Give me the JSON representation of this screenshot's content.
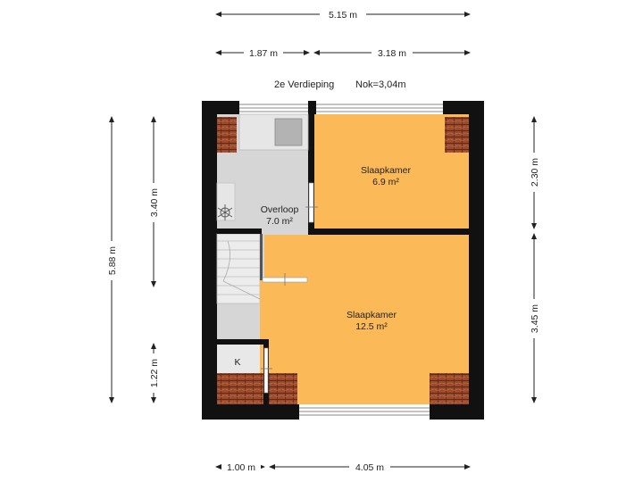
{
  "header": {
    "floor": "2e Verdieping",
    "ridge": "Nok=3,04m"
  },
  "dimensions": {
    "top_total": "5.15 m",
    "top_left": "1.87 m",
    "top_right": "3.18 m",
    "bottom_left": "1.00 m",
    "bottom_right": "4.05 m",
    "left_total": "5.88 m",
    "left_upper": "3.40 m",
    "left_lower": "1.22 m",
    "right_upper": "2.30 m",
    "right_lower": "3.45 m"
  },
  "rooms": {
    "bedroom_small": {
      "name": "Slaapkamer",
      "area": "6.9 m²"
    },
    "bedroom_large": {
      "name": "Slaapkamer",
      "area": "12.5 m²"
    },
    "landing": {
      "name": "Overloop",
      "area": "7.0 m²"
    },
    "closet": {
      "name": "K"
    }
  },
  "colors": {
    "bedroom_fill": "#fbb957",
    "landing_fill": "#d6d6d6",
    "wall": "#111111",
    "roof_tile": "#9b4a2c",
    "stair_fill": "#ececec"
  }
}
